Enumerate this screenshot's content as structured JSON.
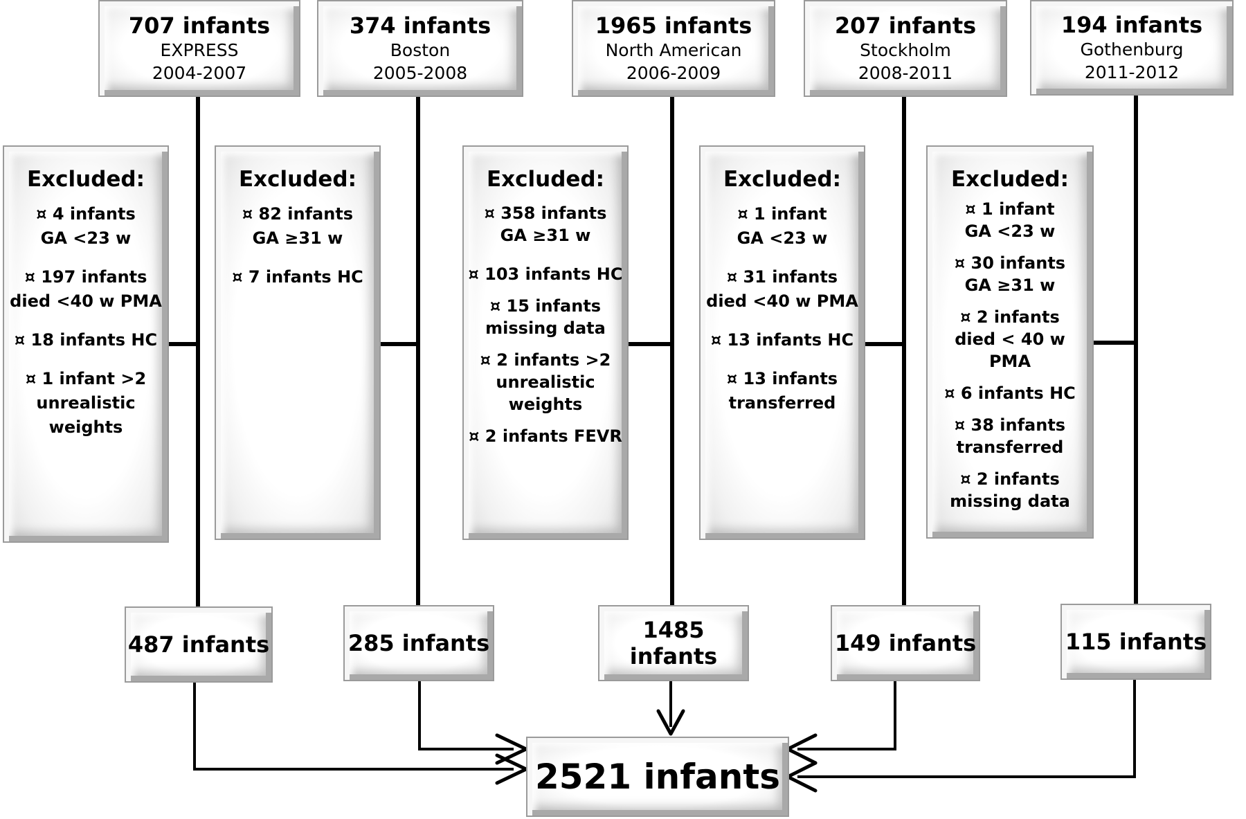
{
  "cohorts": [
    {
      "source": {
        "count": "707 infants",
        "name": "EXPRESS",
        "years": "2004-2007"
      },
      "excluded": {
        "heading": "Excluded:",
        "items": [
          {
            "main": "¤ 4 infants",
            "sub": "GA <23 w"
          },
          {
            "main": "¤ 197 infants",
            "sub": "died <40 w PMA"
          },
          {
            "main": "¤ 18 infants HC",
            "sub": ""
          },
          {
            "main": "¤  1 infant >2",
            "sub": "unrealistic weights"
          }
        ]
      },
      "result": "487 infants"
    },
    {
      "source": {
        "count": "374 infants",
        "name": "Boston",
        "years": "2005-2008"
      },
      "excluded": {
        "heading": "Excluded:",
        "items": [
          {
            "main": "¤ 82 infants",
            "sub": "GA ≥31 w"
          },
          {
            "main": "¤ 7 infants HC",
            "sub": ""
          }
        ]
      },
      "result": "285 infants"
    },
    {
      "source": {
        "count": "1965 infants",
        "name": "North American",
        "years": "2006-2009"
      },
      "excluded": {
        "heading": "Excluded:",
        "items": [
          {
            "main": "¤ 358 infants",
            "sub": "GA ≥31 w"
          },
          {
            "main": "¤ 103 infants HC",
            "sub": ""
          },
          {
            "main": "¤ 15 infants",
            "sub": "missing data"
          },
          {
            "main": "¤ 2 infants >2",
            "sub": "unrealistic weights"
          },
          {
            "main": "¤ 2 infants FEVR",
            "sub": ""
          }
        ]
      },
      "result": "1485 infants"
    },
    {
      "source": {
        "count": "207 infants",
        "name": "Stockholm",
        "years": "2008-2011"
      },
      "excluded": {
        "heading": "Excluded:",
        "items": [
          {
            "main": "¤ 1 infant",
            "sub": "GA <23 w"
          },
          {
            "main": "¤ 31 infants",
            "sub": "died <40 w PMA"
          },
          {
            "main": "¤ 13 infants HC",
            "sub": ""
          },
          {
            "main": "¤ 13 infants",
            "sub": "transferred"
          }
        ]
      },
      "result": "149 infants"
    },
    {
      "source": {
        "count": "194 infants",
        "name": "Gothenburg",
        "years": "2011-2012"
      },
      "excluded": {
        "heading": "Excluded:",
        "items": [
          {
            "main": "¤ 1 infant",
            "sub": "GA <23 w"
          },
          {
            "main": "¤ 30 infants",
            "sub": "GA ≥31 w"
          },
          {
            "main": "¤ 2 infants",
            "sub": "died < 40 w PMA"
          },
          {
            "main": "¤ 6 infants HC",
            "sub": ""
          },
          {
            "main": "¤ 38 infants",
            "sub": "transferred"
          },
          {
            "main": "¤ 2 infants",
            "sub": "missing data"
          }
        ]
      },
      "result": "115 infants"
    }
  ],
  "total": "2521 infants"
}
